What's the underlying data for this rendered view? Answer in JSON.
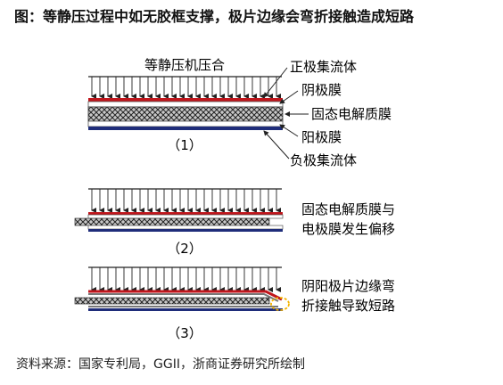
{
  "title": "图：等静压过程中如无胶框支撑，极片边缘会弯折接触造成短路",
  "source": "资料来源：国家专利局，GGII，浙商证券研究所绘制",
  "stage1": {
    "press_label": "等静压机压合",
    "labels": {
      "positive_collector": "正极集流体",
      "cathode": "阴极膜",
      "electrolyte": "固态电解质膜",
      "anode": "阳极膜",
      "negative_collector": "负极集流体"
    },
    "caption": "（1）"
  },
  "stage2": {
    "text_line1": "固态电解质膜与",
    "text_line2": "电极膜发生偏移",
    "caption": "（2）"
  },
  "stage3": {
    "text_line1": "阴阳极片边缘弯",
    "text_line2": "折接触导致短路",
    "caption": "（3）"
  },
  "colors": {
    "positive_collector": "#c0161c",
    "negative_collector": "#1f2d7a",
    "electrolyte_fill": "#bdbdbd",
    "short_circuit_marker": "#f5b400",
    "arrow": "#222222"
  }
}
